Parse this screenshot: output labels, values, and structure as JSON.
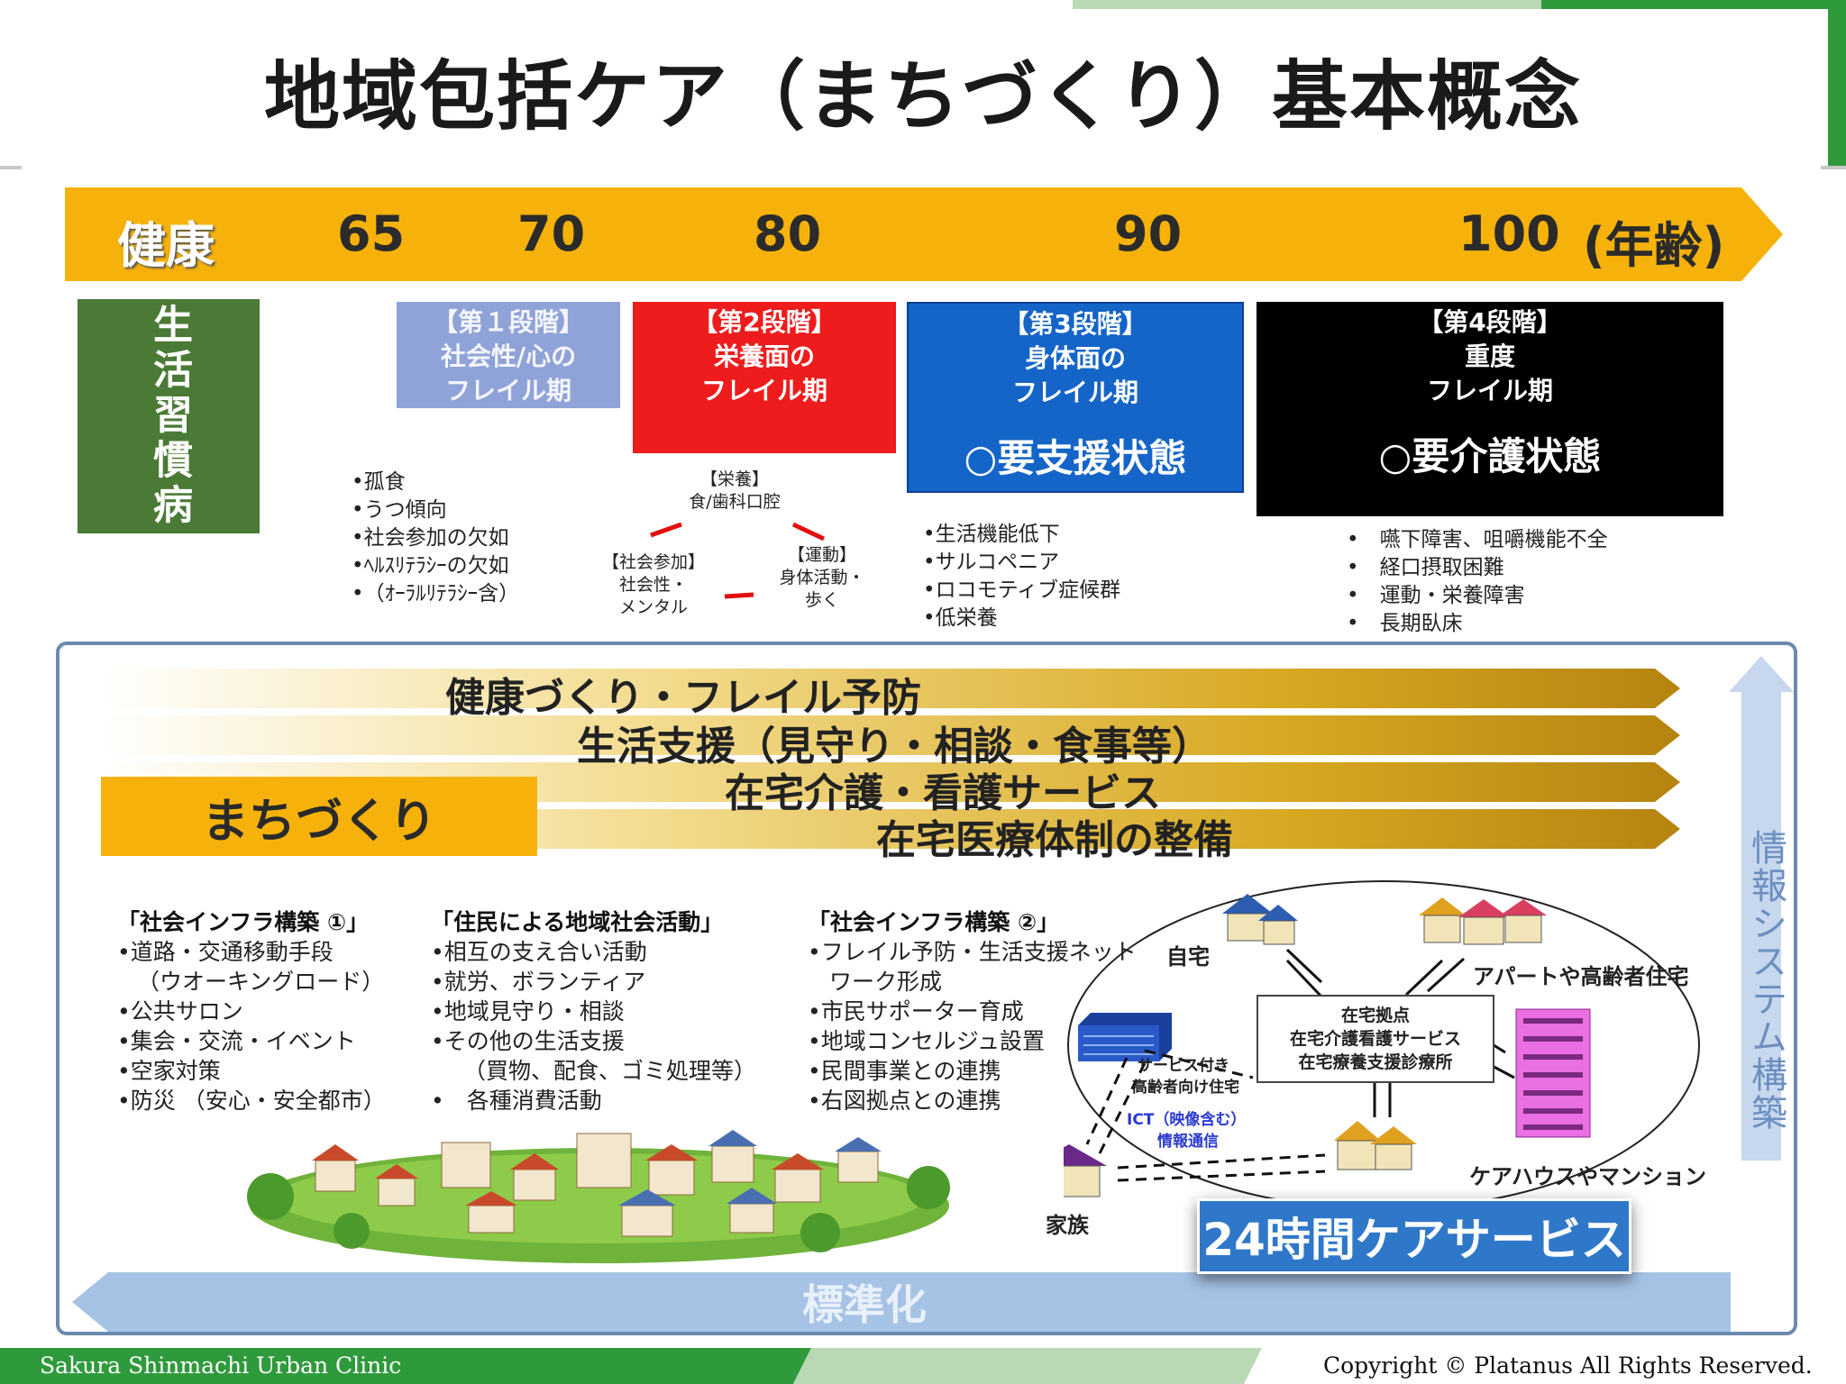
{
  "title": "地域包括ケア（まちづくり）基本概念",
  "age_axis": {
    "health": "健康",
    "ages": [
      "65",
      "70",
      "80",
      "90",
      "100"
    ],
    "unit": "(年齢)"
  },
  "lifestyle_disease": "生活習慣病",
  "stages": [
    {
      "line1": "【第１段階】",
      "line2": "社会性/心の",
      "line3": "フレイル期",
      "state": ""
    },
    {
      "line1": "【第2段階】",
      "line2": "栄養面の",
      "line3": "フレイル期",
      "state": ""
    },
    {
      "line1": "【第3段階】",
      "line2": "身体面の",
      "line3": "フレイル期",
      "state": "○要支援状態"
    },
    {
      "line1": "【第4段階】",
      "line2": "重度",
      "line3": "フレイル期",
      "state": "○要介護状態"
    }
  ],
  "stage1_list": [
    "•孤食",
    "•うつ傾向",
    "•社会参加の欠如",
    "•ﾍﾙｽﾘﾃﾗｼｰの欠如",
    "•（ｵｰﾗﾙﾘﾃﾗｼｰ含）"
  ],
  "stage2_cycle": {
    "top1": "【栄養】",
    "top2": "食/歯科口腔",
    "left1": "【社会参加】",
    "left2": "社会性・",
    "left3": "メンタル",
    "right1": "【運動】",
    "right2": "身体活動・",
    "right3": "歩く"
  },
  "stage3_list": [
    "•生活機能低下",
    "•サルコペニア",
    "•ロコモティブ症候群",
    "•低栄養"
  ],
  "stage4_list": [
    "•　嚥下障害、咀嚼機能不全",
    "•　経口摂取困難",
    "•　運動・栄養障害",
    "•　長期臥床"
  ],
  "bars": [
    "健康づくり・フレイル予防",
    "生活支援（見守り・相談・食事等）",
    "在宅介護・看護サービス",
    "在宅医療体制の整備"
  ],
  "machizukuri": "まちづくり",
  "ict_system": "情報システム構築",
  "standardization": "標準化",
  "columns": [
    {
      "head": "「社会インフラ構築 ①」",
      "items": [
        "•道路・交通移動手段",
        "（ウオーキングロード）",
        "•公共サロン",
        "•集会・交流・イベント",
        "•空家対策",
        "•防災 （安心・安全都市）"
      ]
    },
    {
      "head": "「住民による地域社会活動」",
      "items": [
        "•相互の支え合い活動",
        "•就労、ボランティア",
        "•地域見守り・相談",
        "•その他の生活支援",
        "（買物、配食、ゴミ処理等）",
        "•　各種消費活動"
      ]
    },
    {
      "head": "「社会インフラ構築 ②」",
      "items": [
        "•フレイル予防・生活支援ネット",
        "ワーク形成",
        "•市民サポーター育成",
        "•地域コンセルジュ設置",
        "•民間事業との連携",
        "•右図拠点との連携"
      ]
    }
  ],
  "diagram": {
    "home": "自宅",
    "apartment": "アパートや高齢者住宅",
    "hub_lines": [
      "在宅拠点",
      "在宅介護看護サービス",
      "在宅療養支援診療所"
    ],
    "service_housing1": "サービス付き",
    "service_housing2": "高齢者向け住宅",
    "ict1": "ICT（映像含む）",
    "ict2": "情報通信",
    "family": "家族",
    "carehouse": "ケアハウスやマンション"
  },
  "care24": "24時間ケアサービス",
  "footer": {
    "left": "Sakura Shinmachi Urban Clinic",
    "right": "Copyright © Platanus All Rights Reserved."
  },
  "colors": {
    "age_bar": "#f6b20a",
    "stage1": "#8fa3d8",
    "stage2": "#ee1c1c",
    "stage3": "#1565c8",
    "stage4": "#000000",
    "lifestyle": "#4a7a35",
    "gold_bar": "#c99a12",
    "footer_green": "#2f9a3c"
  }
}
